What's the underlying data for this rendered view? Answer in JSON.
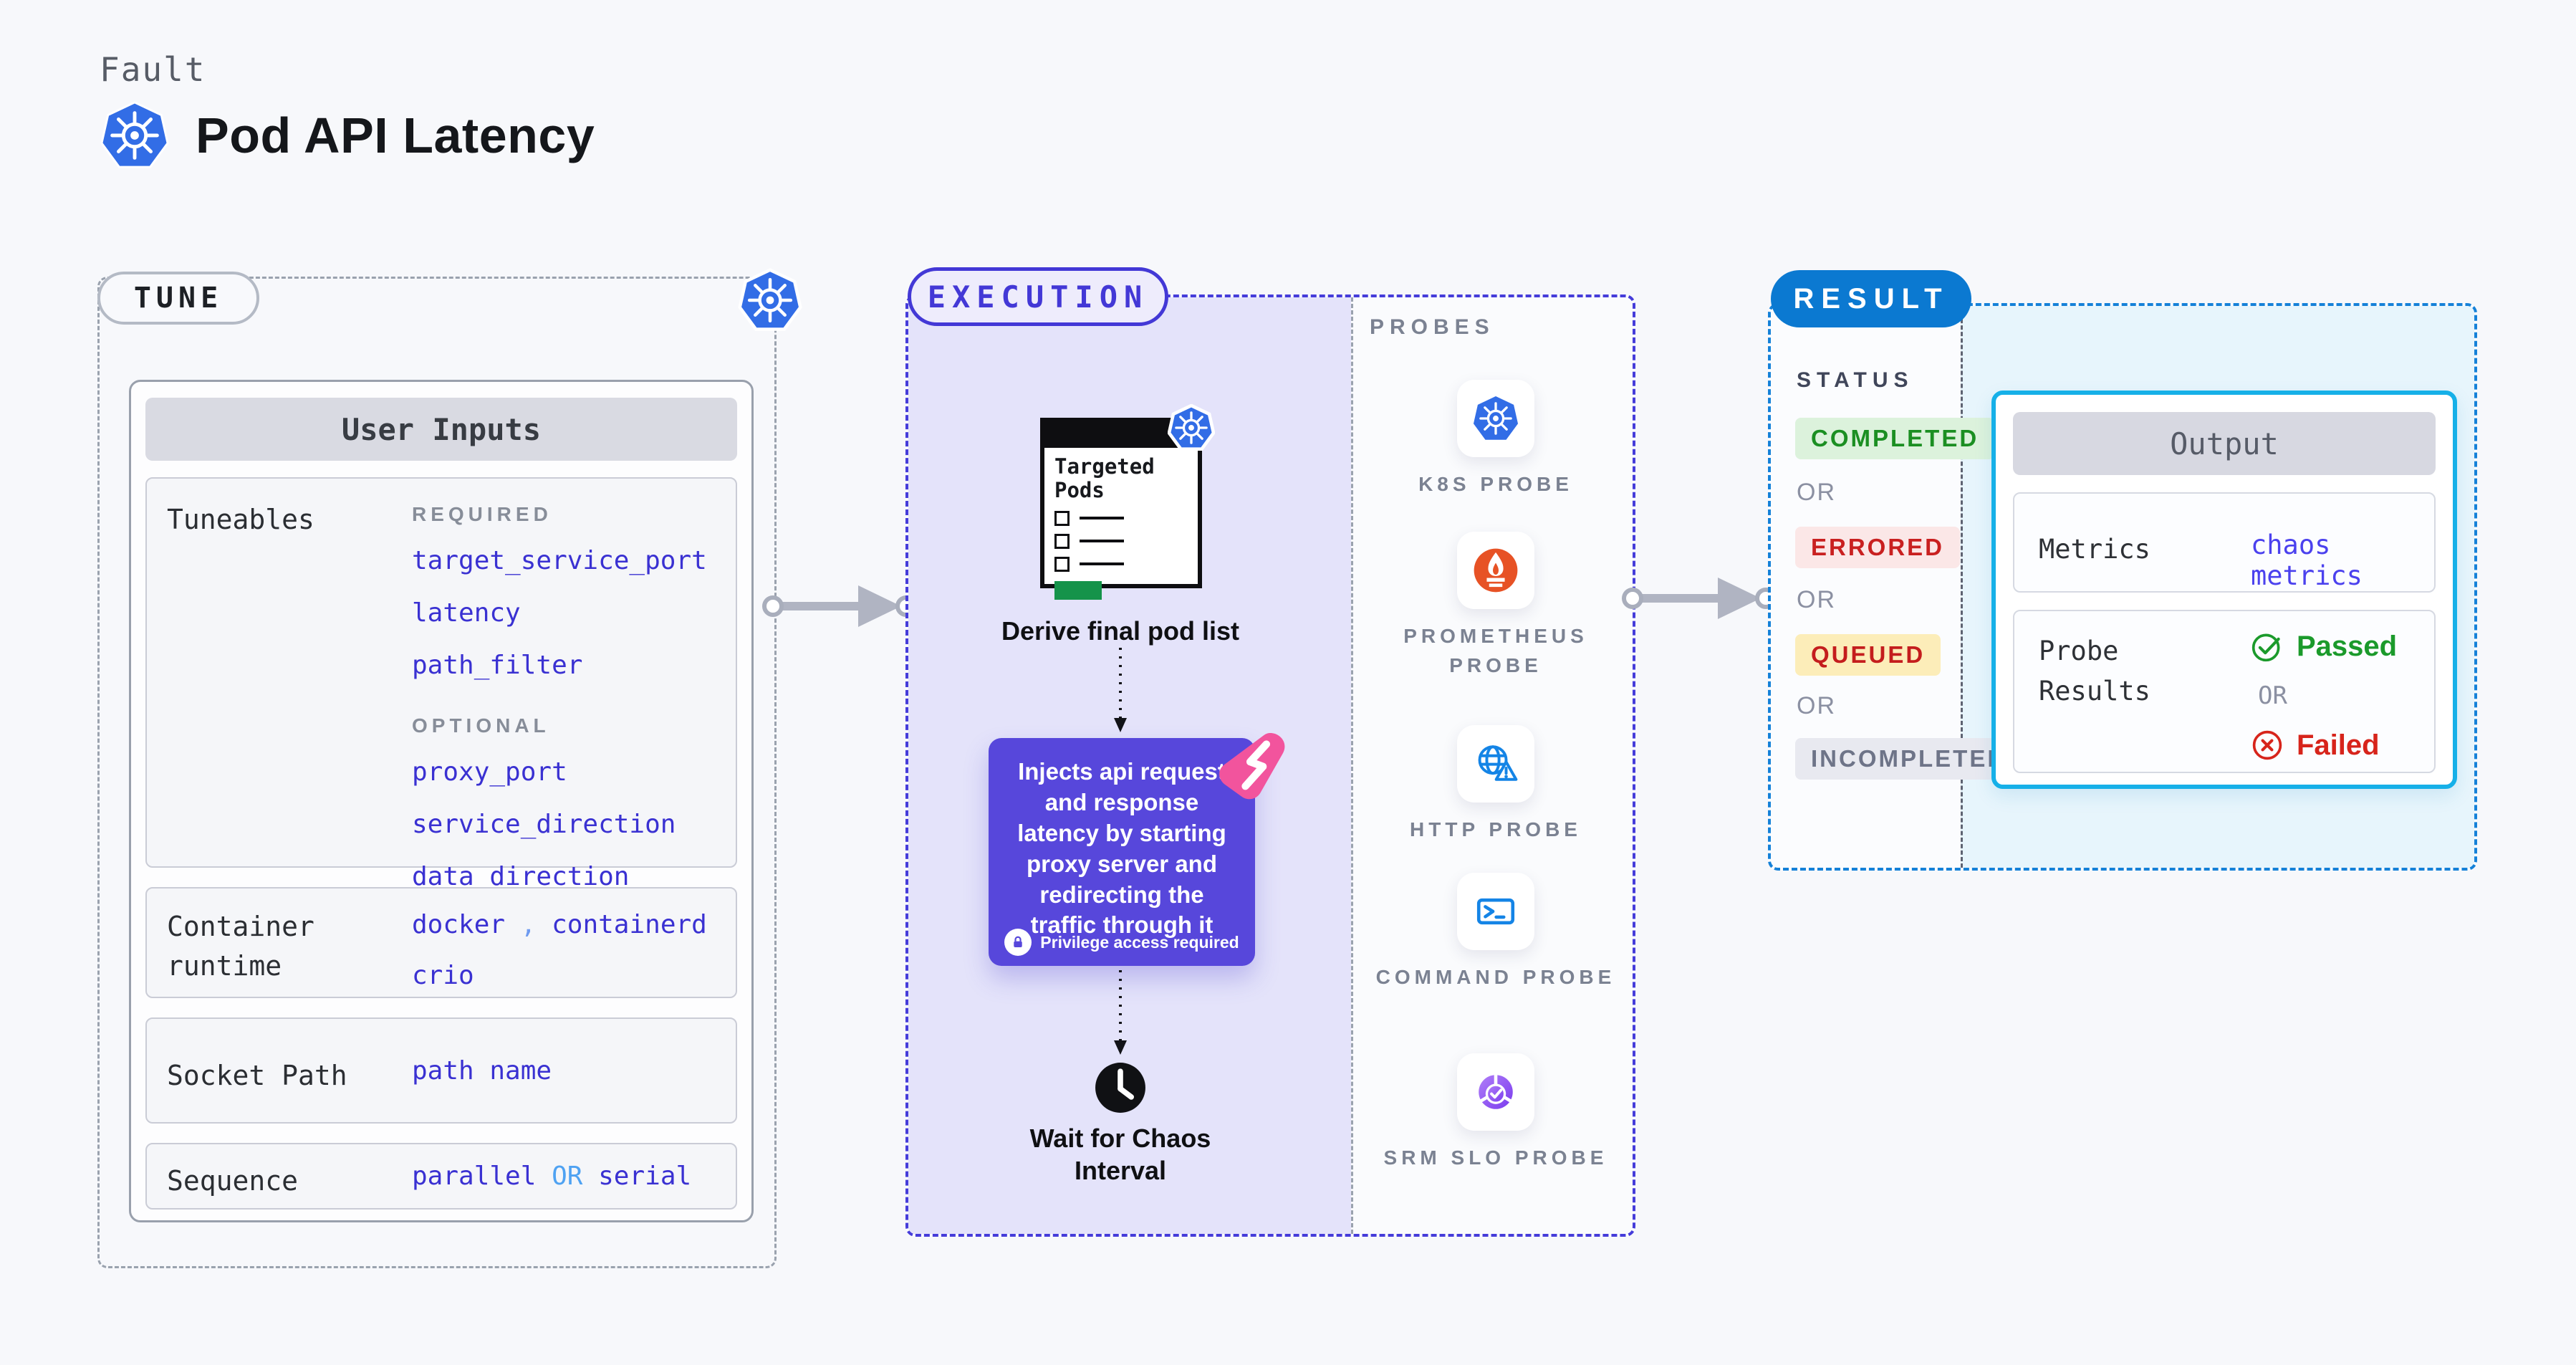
{
  "header": {
    "eyebrow": "Fault",
    "title": "Pod API Latency"
  },
  "tune": {
    "pill_label": "TUNE",
    "user_inputs_title": "User Inputs",
    "tuneables_label": "Tuneables",
    "required_label": "REQUIRED",
    "required": [
      "target_service_port",
      "latency",
      "path_filter"
    ],
    "optional_label": "OPTIONAL",
    "optional": [
      "proxy_port",
      "service_direction",
      "data_direction"
    ],
    "container_runtime": {
      "label": "Container runtime",
      "value_1": "docker",
      "separator": ",",
      "value_2": "containerd",
      "value_3": "crio"
    },
    "socket_path": {
      "label": "Socket Path",
      "value": "path name"
    },
    "sequence": {
      "label": "Sequence",
      "value_1": "parallel",
      "or": "OR",
      "value_2": "serial"
    }
  },
  "execution": {
    "pill_label": "EXECUTION",
    "targeted_pods_title": "Targeted Pods",
    "derive_step_label": "Derive final pod list",
    "inject_step_text": "Injects api request and response latency by starting proxy server and redirecting the traffic through it",
    "privilege_note": "Privilege access required",
    "wait_step_label": "Wait for Chaos Interval"
  },
  "probes": {
    "panel_title": "PROBES",
    "items": [
      {
        "label": "K8S PROBE",
        "icon": "kubernetes-icon"
      },
      {
        "label": "PROMETHEUS PROBE",
        "icon": "prometheus-icon"
      },
      {
        "label": "HTTP PROBE",
        "icon": "http-globe-warning-icon"
      },
      {
        "label": "COMMAND PROBE",
        "icon": "terminal-icon"
      },
      {
        "label": "SRM SLO PROBE",
        "icon": "slo-pie-check-icon"
      }
    ]
  },
  "result": {
    "pill_label": "RESULT",
    "status_title": "STATUS",
    "or_label": "OR",
    "statuses": [
      {
        "label": "COMPLETED",
        "fg": "#1b8f22",
        "bg": "#dcf2dc"
      },
      {
        "label": "ERRORED",
        "fg": "#c92020",
        "bg": "#fbe7e7"
      },
      {
        "label": "QUEUED",
        "fg": "#c41d1d",
        "bg": "#fcedb9"
      },
      {
        "label": "INCOMPLETED",
        "fg": "#6e7488",
        "bg": "#e8e9f0"
      }
    ],
    "output": {
      "title": "Output",
      "metrics_label": "Metrics",
      "metrics_value": "chaos metrics",
      "probe_results_label": "Probe Results",
      "passed_label": "Passed",
      "or_label": "OR",
      "failed_label": "Failed"
    }
  },
  "colors": {
    "accent_indigo": "#4338d6",
    "execution_fill": "#e4e3fa",
    "inject_box": "#5747db",
    "kubernetes_blue": "#326de6",
    "prometheus_orange": "#e75225",
    "probe_icon_blue": "#1484e6",
    "result_blue": "#0b79d1",
    "output_border_cyan": "#16b0e8",
    "output_area_cyan": "#e7f5fc",
    "passed_green": "#1b9a2b",
    "failed_red": "#d7241b",
    "value_indigo": "#3a31d2",
    "or_light_blue": "#4fa2f2",
    "litmus_pink": "#f2549d"
  }
}
